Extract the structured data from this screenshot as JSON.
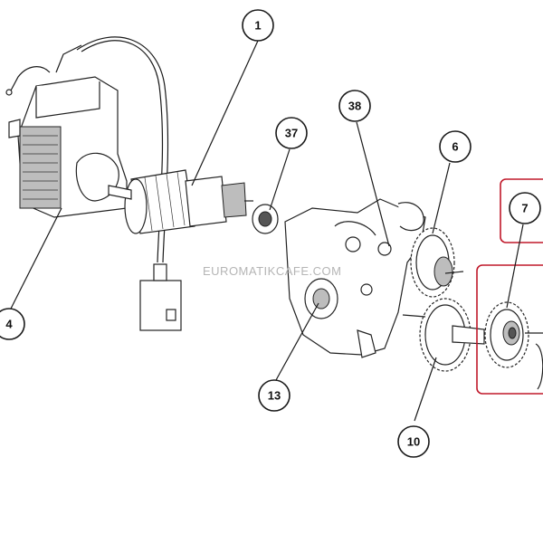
{
  "watermark": "EUROMATIKCAFE.COM",
  "colors": {
    "highlight": "#c0182a",
    "line": "#1a1a1a",
    "background": "#ffffff"
  },
  "callouts": {
    "c1": "1",
    "c4": "4",
    "c6": "6",
    "c7": "7",
    "c10": "10",
    "c13": "13",
    "c37": "37",
    "c38": "38"
  }
}
